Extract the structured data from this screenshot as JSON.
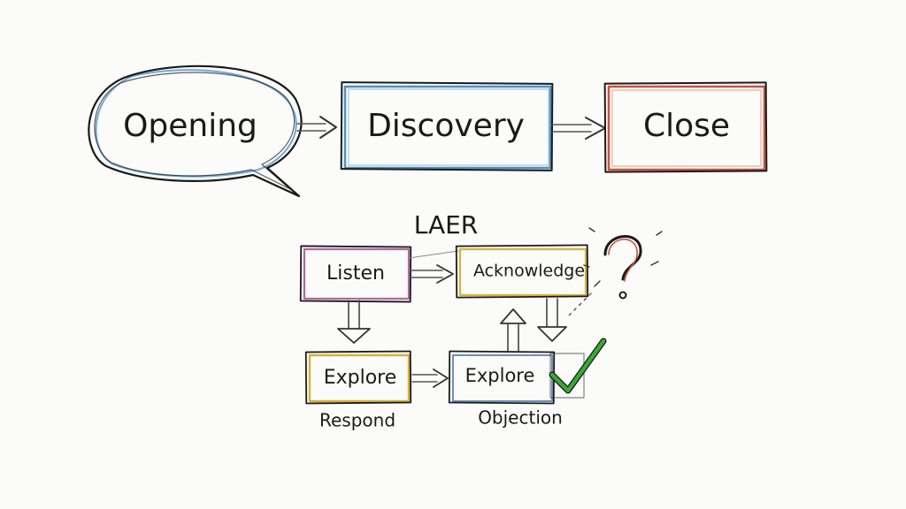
{
  "flow": {
    "opening": "Opening",
    "discovery": "Discovery",
    "close": "Close"
  },
  "laer": {
    "title": "LAER",
    "listen": "Listen",
    "acknowledge": "Acknowledge",
    "explore_left": "Explore",
    "explore_right": "Explore",
    "respond": "Respond",
    "objection": "Objection"
  },
  "colors": {
    "ink": "#1a1a1a",
    "opening_accent": "#6fa8d6",
    "discovery_accent": "#4f8fc0",
    "close_accent": "#c8553d",
    "listen_accent": "#b06aa0",
    "acknowledge_accent": "#d4b53a",
    "explore_left_accent": "#d8b13a",
    "explore_right_accent": "#6f8fb8",
    "check": "#3aa935"
  },
  "icons": [
    "question-mark-icon",
    "checkmark-icon"
  ]
}
